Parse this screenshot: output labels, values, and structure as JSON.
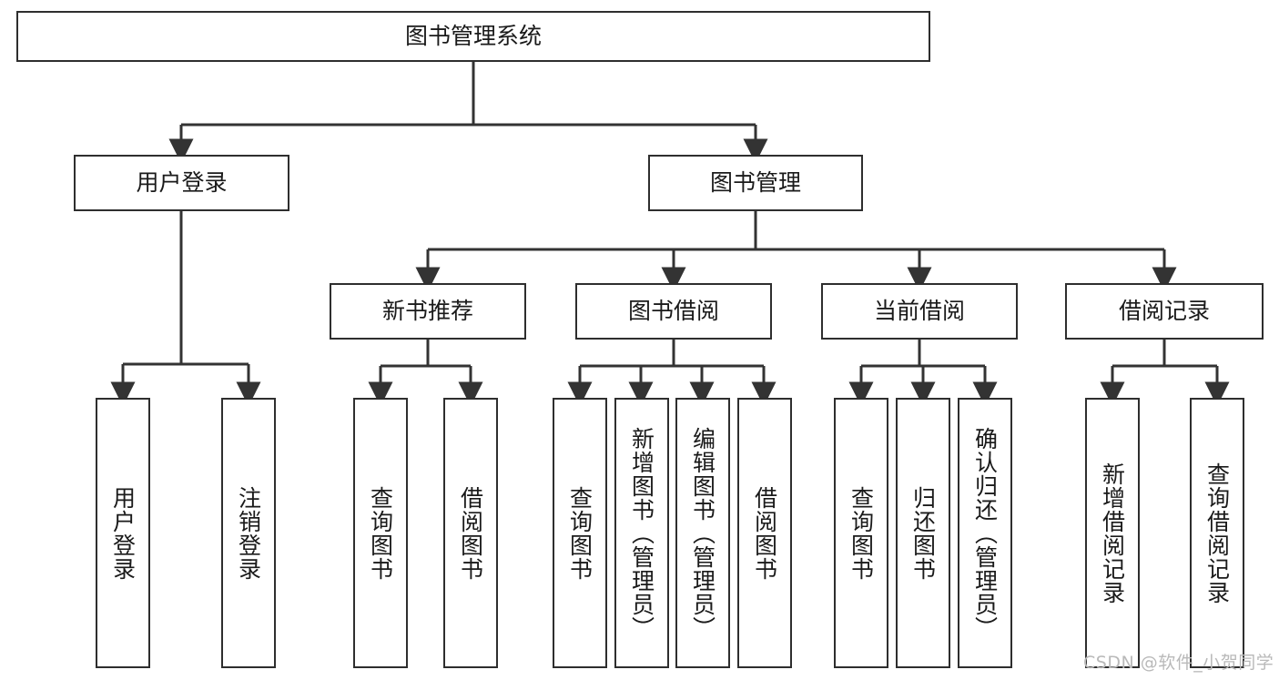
{
  "diagram": {
    "title": "图书管理系统",
    "type": "功能结构图",
    "watermark": "CSDN @软件_小贺同学",
    "colors": {
      "box_border": "#2e2e2e",
      "box_fill": "#ffffff",
      "connector": "#333333",
      "text": "#1a1a1a",
      "watermark": "#b9b9b9",
      "background": "#ffffff"
    },
    "root": {
      "label": "图书管理系统"
    },
    "level2": [
      {
        "label": "用户登录"
      },
      {
        "label": "图书管理"
      }
    ],
    "level3": [
      {
        "label": "新书推荐"
      },
      {
        "label": "图书借阅"
      },
      {
        "label": "当前借阅"
      },
      {
        "label": "借阅记录"
      }
    ],
    "leaves": {
      "user_login": [
        {
          "label": "用户登录"
        },
        {
          "label": "注销登录"
        }
      ],
      "new_book_recommend": [
        {
          "label": "查询图书"
        },
        {
          "label": "借阅图书"
        }
      ],
      "book_borrow": [
        {
          "label": "查询图书"
        },
        {
          "label": "新增图书（管理员）"
        },
        {
          "label": "编辑图书（管理员）"
        },
        {
          "label": "借阅图书"
        }
      ],
      "current_borrow": [
        {
          "label": "查询图书"
        },
        {
          "label": "归还图书"
        },
        {
          "label": "确认归还（管理员）"
        }
      ],
      "borrow_record": [
        {
          "label": "新增借阅记录"
        },
        {
          "label": "查询借阅记录"
        }
      ]
    }
  }
}
